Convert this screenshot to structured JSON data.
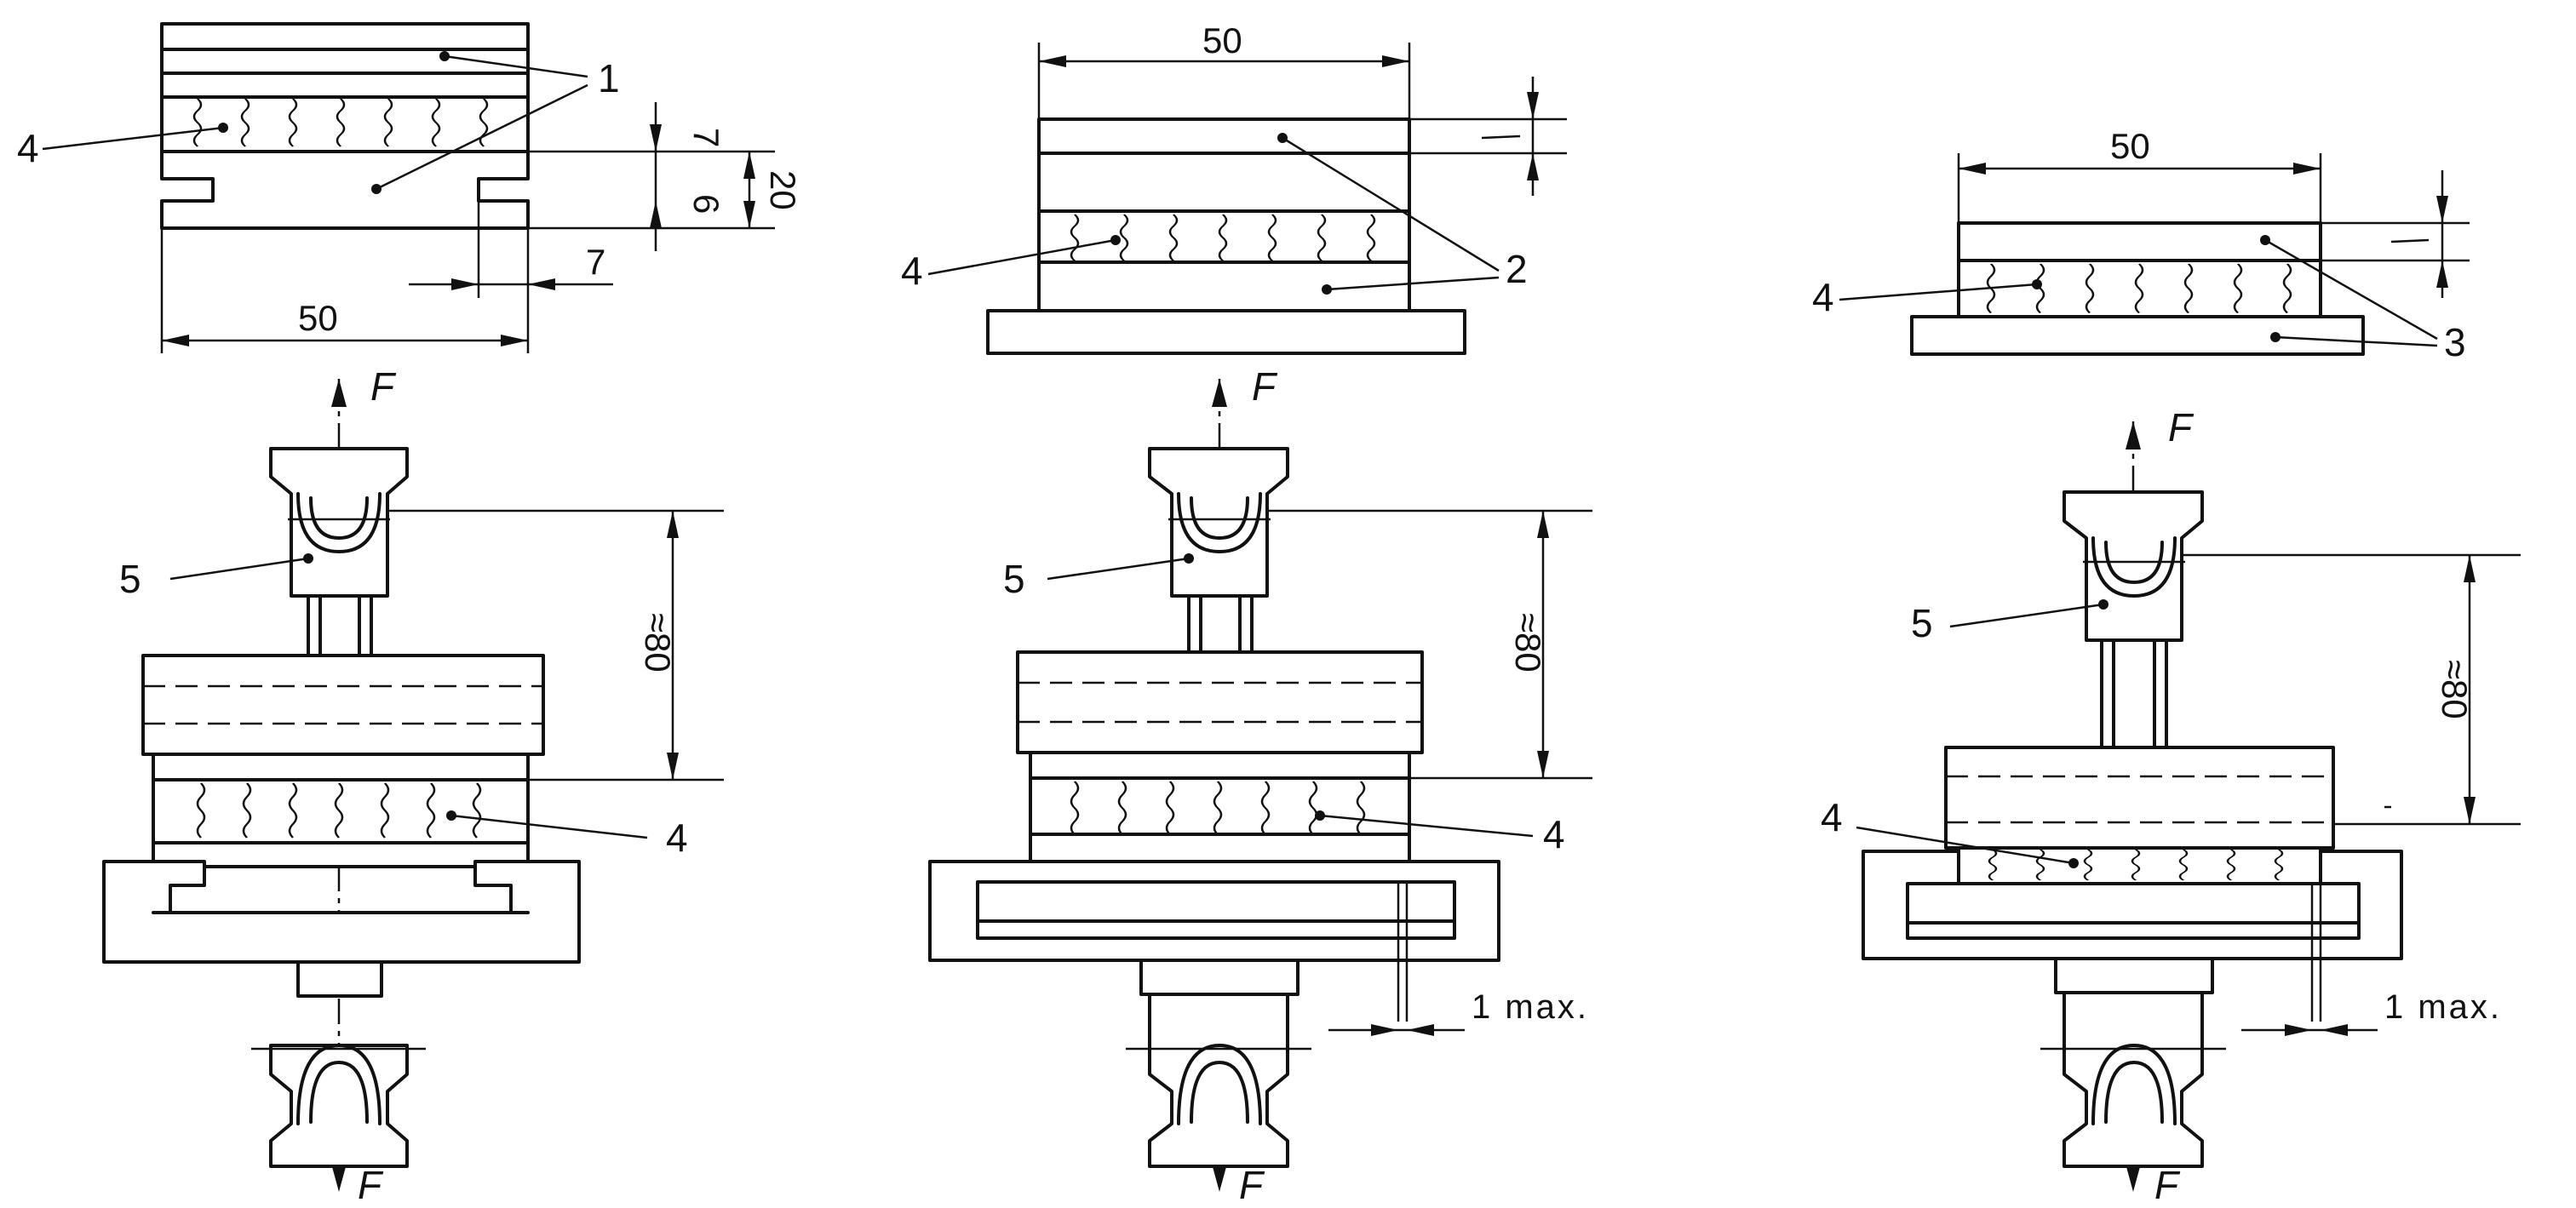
{
  "labels": {
    "part1": "1",
    "part2": "2",
    "part3": "3",
    "part4": "4",
    "part5": "5"
  },
  "dimensions": {
    "width_50": "50",
    "notch_7": "7",
    "height_20": "20",
    "lip_6": "6",
    "approx_80": "≈80",
    "max_gap": "1 max."
  },
  "force": {
    "symbol": "F"
  },
  "colors": {
    "line": "#111111",
    "background": "#ffffff"
  }
}
